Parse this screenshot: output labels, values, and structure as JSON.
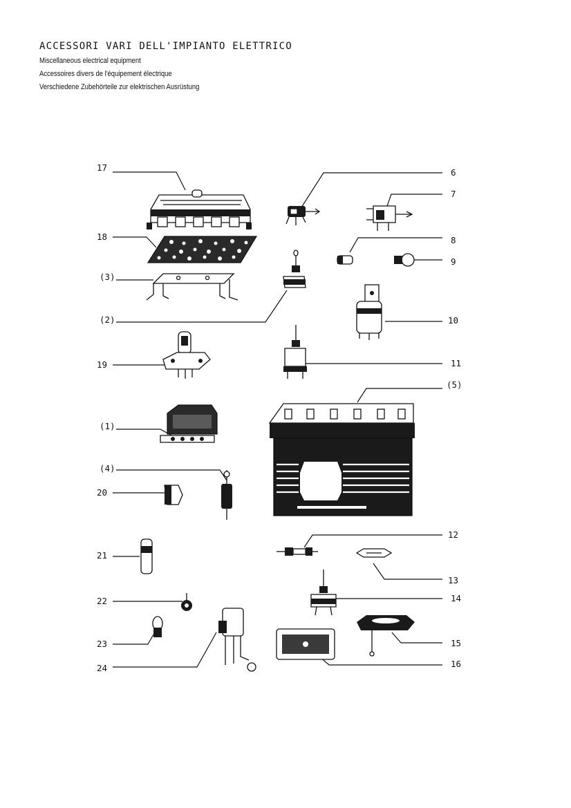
{
  "header": {
    "title": "ACCESSORI VARI DELL'IMPIANTO ELETTRICO",
    "subtitle_en": "Miscellaneous electrical equipment",
    "subtitle_fr": "Accessoires divers de l'équipement électrique",
    "subtitle_de": "Verschiedene Zubehörteile zur elektrischen Ausrüstung"
  },
  "labels": {
    "l17": "17",
    "l18": "18",
    "l3": "(3)",
    "l2": "(2)",
    "l19": "19",
    "l1": "(1)",
    "l4": "(4)",
    "l20": "20",
    "l21": "21",
    "l22": "22",
    "l23": "23",
    "l24": "24",
    "l6": "6",
    "l7": "7",
    "l8": "8",
    "l9": "9",
    "l10": "10",
    "l11": "11",
    "l5": "(5)",
    "l12": "12",
    "l13": "13",
    "l14": "14",
    "l15": "15",
    "l16": "16"
  }
}
